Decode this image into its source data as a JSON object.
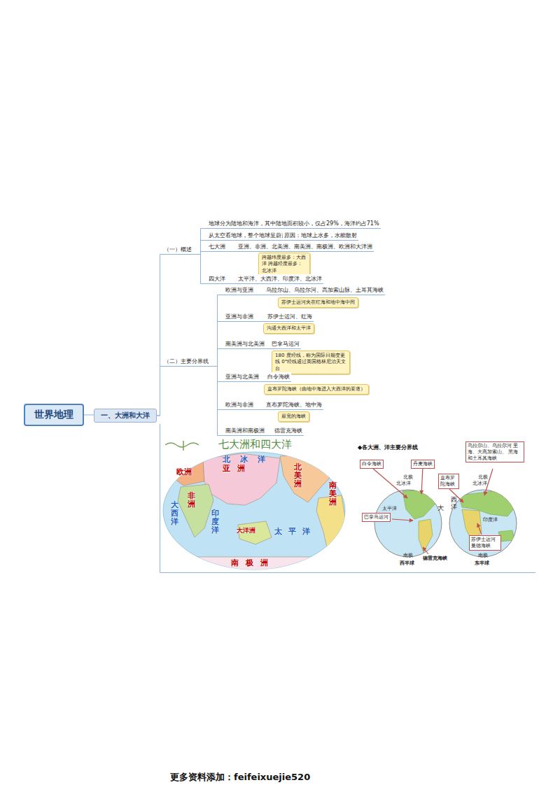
{
  "diagram": {
    "nodes": [
      {
        "text": [
          "世界地理"
        ]
      },
      {
        "text": [
          "一、大洲和大洋"
        ]
      },
      {
        "text": [
          "（一）概述"
        ]
      },
      {
        "text": [
          "地球分为陆地和海洋，其中陆地面积较小，仅占29%，海洋约占71%"
        ]
      },
      {
        "text": [
          "从太空看地球，整个地球呈蔚蓝色"
        ]
      },
      {
        "text": [
          "原因：地球上水多，水能散射"
        ]
      },
      {
        "text": [
          "七大洲"
        ]
      },
      {
        "text": [
          "亚洲、非洲、北美洲、南美洲、南极洲、欧洲和大洋洲"
        ]
      },
      {
        "text": [
          "跨越纬度最多：大西洋 跨越经度最多：北冰洋"
        ]
      },
      {
        "text": [
          "四大洋"
        ]
      },
      {
        "text": [
          "太平洋、大西洋、印度洋、北冰洋"
        ]
      },
      {
        "text": [
          "（二）主要分界线"
        ]
      },
      {
        "text": [
          "欧洲与亚洲"
        ]
      },
      {
        "text": [
          "乌拉尔山、乌拉尔河、高加索山脉、土耳其海峡"
        ]
      },
      {
        "text": [
          "苏伊士运河夹在红海和地中海中间"
        ]
      },
      {
        "text": [
          "亚洲与非洲"
        ]
      },
      {
        "text": [
          "苏伊士运河、红海"
        ]
      },
      {
        "text": [
          "沟通大西洋和太平洋"
        ]
      },
      {
        "text": [
          "南美洲与北美洲"
        ]
      },
      {
        "text": [
          "巴拿马运河"
        ]
      },
      {
        "text": [
          "180 度经线，称为国际日期变更线 0°经线通过英国格林尼治天文台"
        ]
      },
      {
        "text": [
          "亚洲与北美洲"
        ]
      },
      {
        "text": [
          "白令海峡"
        ]
      },
      {
        "text": [
          "直布罗陀海峡（由地中海进入大西洋的要道）"
        ]
      },
      {
        "text": [
          "欧洲与非洲"
        ]
      },
      {
        "text": [
          "直布罗陀海峡、地中海"
        ]
      },
      {
        "text": [
          "最宽的海峡"
        ]
      },
      {
        "text": [
          "南美洲和南极洲"
        ]
      },
      {
        "text": [
          "德雷克海峡"
        ]
      }
    ],
    "edges": [
      {
        "from": 0,
        "to": 1,
        "arrow": "none"
      },
      {
        "from": 1,
        "to": 2,
        "arrow": "none"
      },
      {
        "from": 1,
        "to": 11,
        "arrow": "none"
      },
      {
        "from": 2,
        "to": 3,
        "arrow": "none"
      },
      {
        "from": 2,
        "to": 4,
        "arrow": "none"
      },
      {
        "from": 4,
        "to": 5,
        "arrow": "none"
      },
      {
        "from": 2,
        "to": 6,
        "arrow": "none"
      },
      {
        "from": 6,
        "to": 7,
        "arrow": "none"
      },
      {
        "from": 2,
        "to": 9,
        "arrow": "none"
      },
      {
        "from": 9,
        "to": 10,
        "arrow": "none"
      },
      {
        "from": 11,
        "to": 12,
        "arrow": "none"
      },
      {
        "from": 12,
        "to": 13,
        "arrow": "none"
      },
      {
        "from": 11,
        "to": 15,
        "arrow": "none"
      },
      {
        "from": 15,
        "to": 16,
        "arrow": "none"
      },
      {
        "from": 11,
        "to": 18,
        "arrow": "none"
      },
      {
        "from": 18,
        "to": 19,
        "arrow": "none"
      },
      {
        "from": 11,
        "to": 21,
        "arrow": "none"
      },
      {
        "from": 21,
        "to": 22,
        "arrow": "none"
      },
      {
        "from": 11,
        "to": 24,
        "arrow": "none"
      },
      {
        "from": 24,
        "to": 25,
        "arrow": "none"
      },
      {
        "from": 11,
        "to": 27,
        "arrow": "none"
      },
      {
        "from": 27,
        "to": 28,
        "arrow": "none"
      }
    ],
    "labels": [
      "七大洲和四大洋",
      "北冰洋",
      "欧洲",
      "亚洲",
      "北美洲",
      "非洲",
      "大西洋",
      "印度洋",
      "太平洋",
      "大洋洲",
      "南美洲",
      "南极洲",
      "◆各大洲、洋主要分界线",
      "白令海峡",
      "丹麦海峡",
      "直布罗陀海峡",
      "乌拉尔山、乌拉尔河 里海、大高加索山、 黑海和土耳其海峡",
      "北极",
      "北冰洋",
      "太平洋",
      "大",
      "巴拿马运河",
      "南极",
      "西半球",
      "德雷克海峡",
      "北极",
      "北冰洋",
      "西洋",
      "印度洋",
      "苏伊士运河 曼德海峡",
      "南极",
      "东半球",
      "更多资料添加：feifeixuejie520"
    ]
  }
}
